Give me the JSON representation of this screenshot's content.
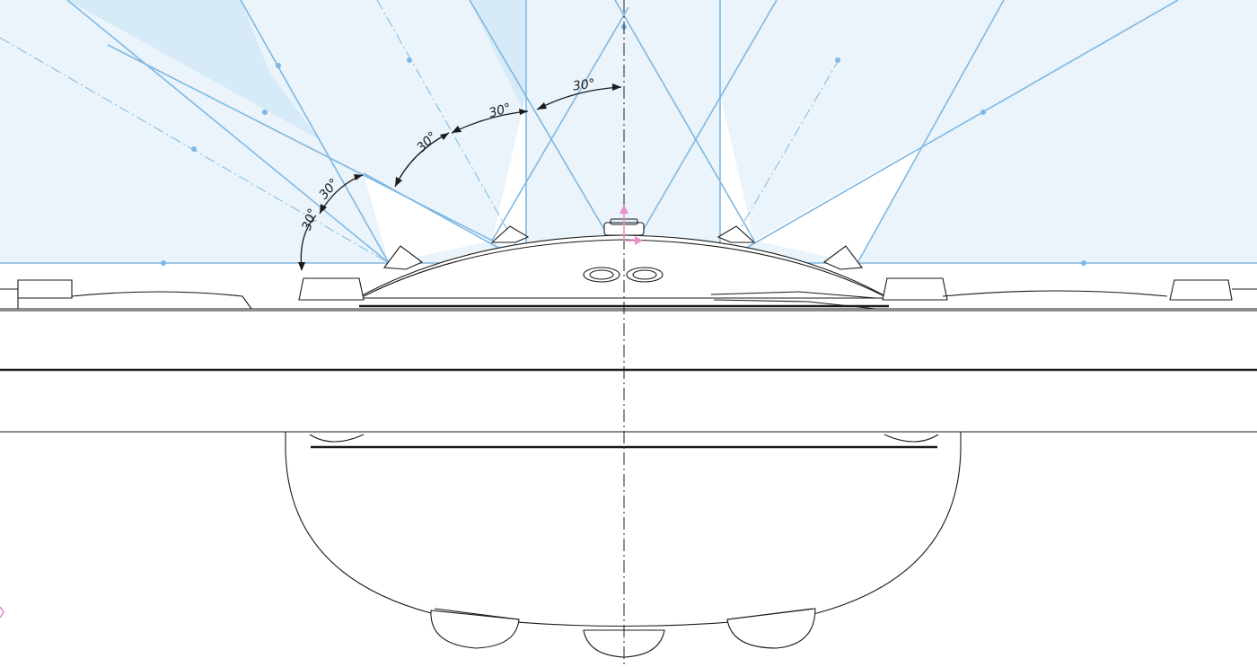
{
  "dimensions": {
    "angle_1": "30°",
    "angle_2": "30°",
    "angle_3": "30°",
    "angle_4": "30°",
    "angle_5": "30°"
  },
  "colors": {
    "field_of_view": "#eaf4fa",
    "field_of_view_overlap": "#d6eaf8",
    "ray": "#7fb8e4",
    "ink": "#1a1a1a",
    "origin_marker": "#e78fc8"
  },
  "icons": {
    "origin_marker": "origin-axis-icon"
  }
}
